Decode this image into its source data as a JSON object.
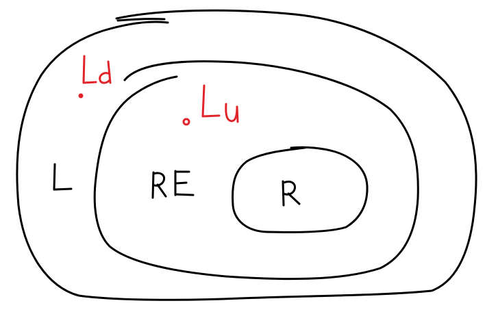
{
  "diagram": {
    "stroke_color": "#000000",
    "accent_color": "#e0242a",
    "regions": [
      {
        "id": "outer",
        "label": "L"
      },
      {
        "id": "middle",
        "label": "RE"
      },
      {
        "id": "inner",
        "label": "R"
      }
    ],
    "points": [
      {
        "id": "ld",
        "label": "Ld"
      },
      {
        "id": "lu",
        "label": "Lu"
      }
    ]
  }
}
